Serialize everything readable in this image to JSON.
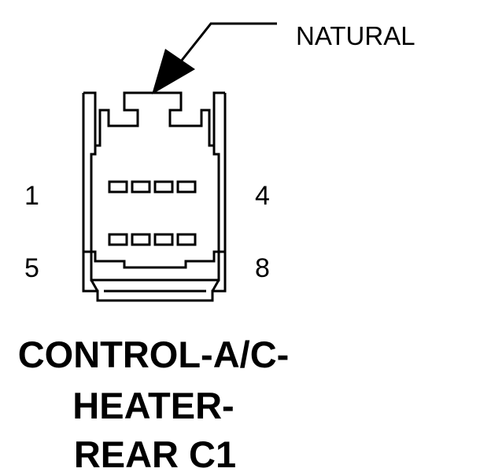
{
  "callout": {
    "text": "NATURAL"
  },
  "pin_labels": {
    "top_left": "1",
    "top_right": "4",
    "bottom_left": "5",
    "bottom_right": "8"
  },
  "title": {
    "line1": "CONTROL-A/C-",
    "line2": "HEATER-",
    "line3": "REAR C1"
  },
  "connector": {
    "rows": 2,
    "cavities_per_row": 4,
    "color": "#000000",
    "background": "#ffffff"
  }
}
